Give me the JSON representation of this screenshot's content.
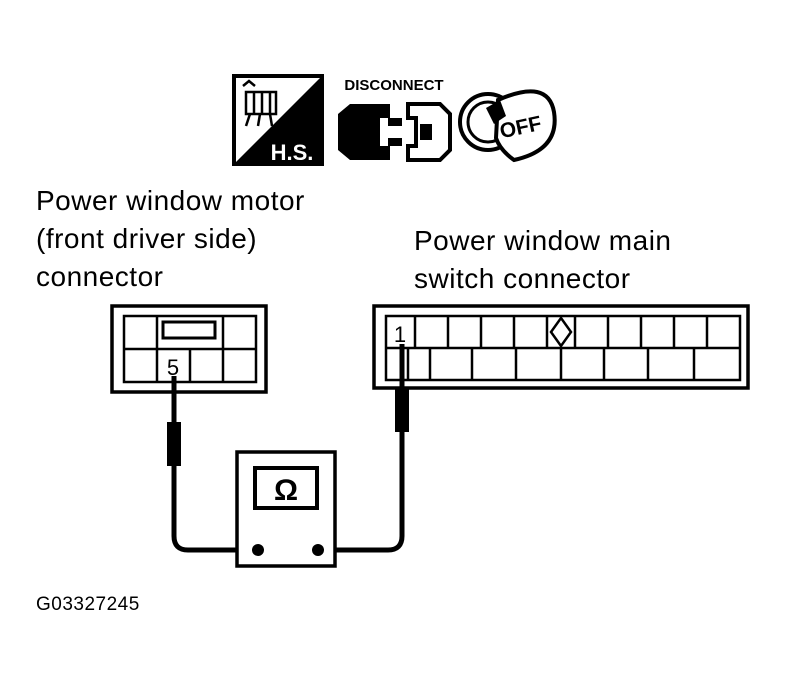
{
  "icons": {
    "harness_sign": "H.S.",
    "disconnect_label": "DISCONNECT",
    "ignition_label": "OFF"
  },
  "motor_connector": {
    "label_lines": [
      "Power window motor",
      "(front driver side)",
      "connector"
    ],
    "terminal": "5"
  },
  "switch_connector": {
    "label_lines": [
      "Power window main",
      "switch connector"
    ],
    "terminal": "1"
  },
  "ohmmeter": {
    "symbol": "Ω"
  },
  "figure_id": "G03327245"
}
